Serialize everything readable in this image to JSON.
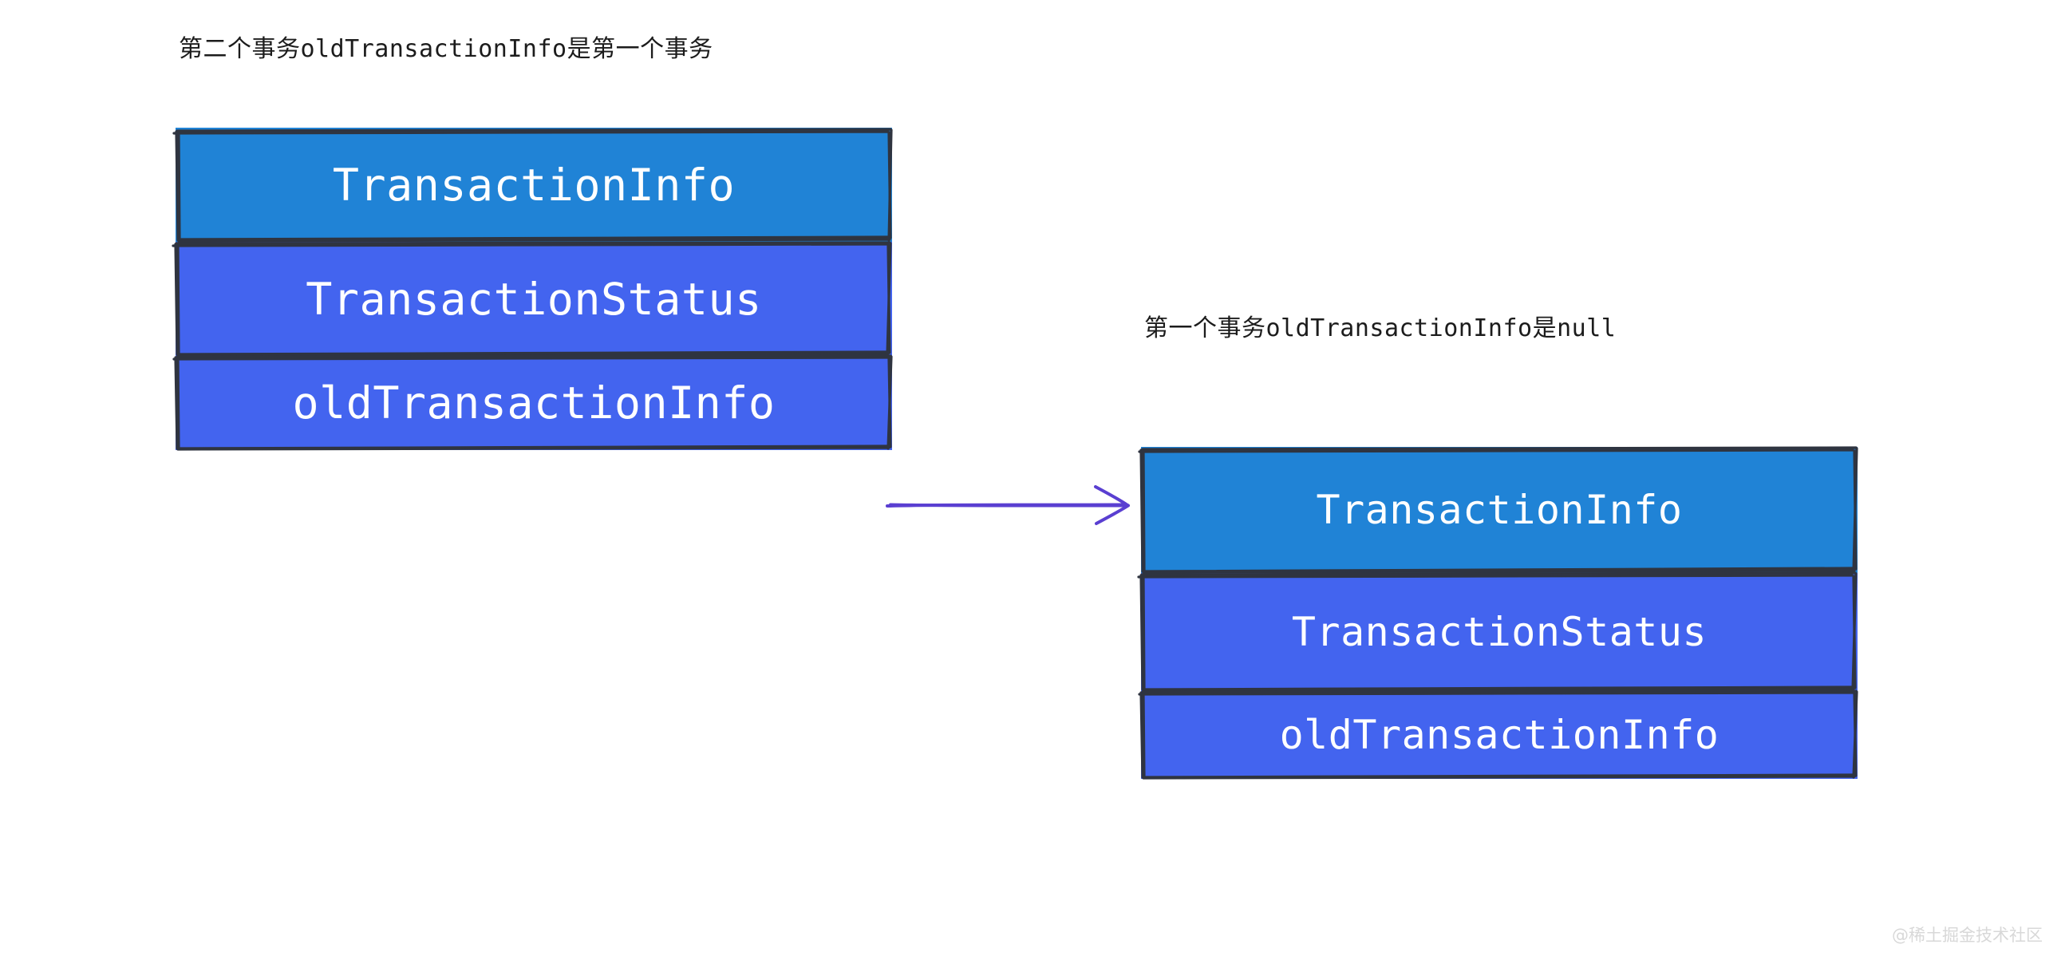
{
  "page": {
    "background_color": "#ffffff",
    "watermark": "@稀土掘金技术社区"
  },
  "colors": {
    "sky_blue": "#2083d6",
    "royal_blue": "#4364ef",
    "outline": "#2f3440",
    "arrow_purple": "#5a3fd1",
    "caption_text": "#1c1c1c",
    "node_text": "#ffffff",
    "watermark_text": "#d8d8d8"
  },
  "diagram": {
    "type": "two-stacked-box-groups-with-arrow",
    "left_group": {
      "caption": "第二个事务oldTransactionInfo是第一个事务",
      "nodes": [
        {
          "label": "TransactionInfo",
          "fill": "#2083d6"
        },
        {
          "label": "TransactionStatus",
          "fill": "#4364ef"
        },
        {
          "label": "oldTransactionInfo",
          "fill": "#4364ef"
        }
      ]
    },
    "right_group": {
      "caption": "第一个事务oldTransactionInfo是null",
      "nodes": [
        {
          "label": "TransactionInfo",
          "fill": "#2083d6"
        },
        {
          "label": "TransactionStatus",
          "fill": "#4364ef"
        },
        {
          "label": "oldTransactionInfo",
          "fill": "#4364ef"
        }
      ]
    },
    "connector": {
      "kind": "arrow",
      "from": "left_group.oldTransactionInfo",
      "to": "right_group.TransactionInfo",
      "color": "#5a3fd1",
      "label": ""
    }
  }
}
